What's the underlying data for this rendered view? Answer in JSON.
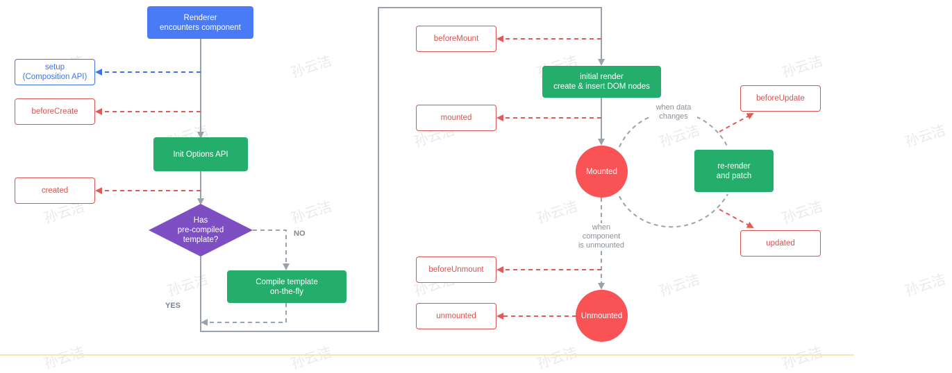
{
  "colors": {
    "blue": "#4a7bf7",
    "green": "#25ad6c",
    "red": "#f95356",
    "hook_red": "#d9534f",
    "hook_blue": "#3f72ef",
    "line_gray": "#9aa3ab"
  },
  "nodes": {
    "renderer": "Renderer\nencounters component",
    "setup": "setup\n(Composition API)",
    "before_create": "beforeCreate",
    "init_options": "Init Options API",
    "created": "created",
    "has_template": "Has\npre-compiled\ntemplate?",
    "compile_template": "Compile template\non-the-fly",
    "before_mount": "beforeMount",
    "initial_render": "initial render\ncreate & insert DOM nodes",
    "mounted_hook": "mounted",
    "mounted_state": "Mounted",
    "rerender": "re-render\nand patch",
    "before_update": "beforeUpdate",
    "updated": "updated",
    "before_unmount": "beforeUnmount",
    "unmounted_state": "Unmounted",
    "unmounted_hook": "unmounted"
  },
  "labels": {
    "no": "NO",
    "yes": "YES",
    "when_data_changes": "when data\nchanges",
    "when_unmounted": "when\ncomponent\nis unmounted"
  },
  "watermark": "孙云洁"
}
